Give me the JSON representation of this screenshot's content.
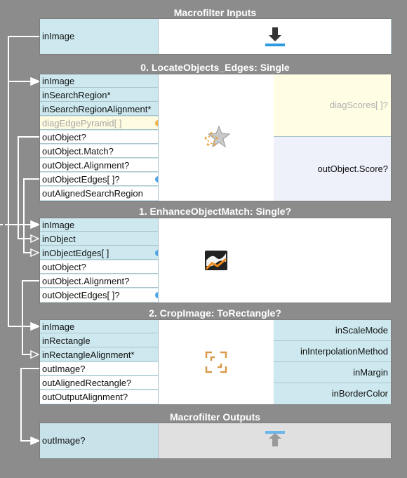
{
  "macro_inputs": {
    "title": "Macrofilter Inputs",
    "ports": [
      "inImage"
    ],
    "icon": "download-icon"
  },
  "locate": {
    "title": "0. LocateObjects_Edges: Single",
    "ports": [
      "inImage",
      "inSearchRegion*",
      "inSearchRegionAlignment*",
      "diagEdgePyramid[ ]",
      "outObject?",
      "outObject.Match?",
      "outObject.Alignment?",
      "outObjectEdges[ ]?",
      "outAlignedSearchRegion"
    ],
    "right": [
      "diagScores[ ]?",
      "outObject.Score?"
    ],
    "icon": "locate-objects-star-icon"
  },
  "enhance": {
    "title": "1. EnhanceObjectMatch: Single?",
    "ports": [
      "inImage",
      "inObject",
      "inObjectEdges[ ]",
      "outObject?",
      "outObject.Alignment?",
      "outObjectEdges[ ]?"
    ],
    "icon": "enhance-match-icon"
  },
  "crop": {
    "title": "2. CropImage: ToRectangle?",
    "ports": [
      "inImage",
      "inRectangle",
      "inRectangleAlignment*",
      "outImage?",
      "outAlignedRectangle?",
      "outOutputAlignment?"
    ],
    "right": [
      "inScaleMode",
      "inInterpolationMethod",
      "inMargin",
      "inBorderColor"
    ],
    "icon": "crop-rectangle-icon"
  },
  "macro_outputs": {
    "title": "Macrofilter Outputs",
    "ports": [
      "outImage?"
    ],
    "icon": "upload-icon"
  },
  "colors": {
    "background": "#8c8c8c",
    "input_port": "#cde9ef",
    "diag": "#fffbe0",
    "wire": "#ffffff",
    "blue_dot": "#4fa3e6",
    "orange_dot": "#f2b347"
  }
}
